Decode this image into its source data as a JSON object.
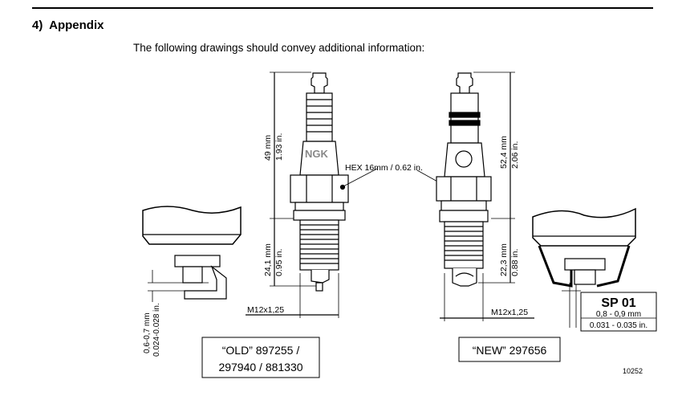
{
  "section": {
    "number": "4)",
    "title": "Appendix"
  },
  "intro_text": "The following drawings should convey additional information:",
  "drawing": {
    "left_plug": {
      "brand": "NGK",
      "length_total": "49 mm",
      "length_total_in": "1.93 in.",
      "thread_length": "24,1 mm",
      "thread_length_in": "0.95 in.",
      "thread": "M12x1,25",
      "gap_mm": "0,6-0,7 mm",
      "gap_in": "0.024-0.028 in.",
      "label_line1": "“OLD” 897255 /",
      "label_line2": "297940 / 881330"
    },
    "hex_label": "HEX 16mm / 0.62 in.",
    "right_plug": {
      "length_total": "52,4 mm",
      "length_total_in": "2.06 in.",
      "thread_length": "22,3 mm",
      "thread_length_in": "0.88 in.",
      "thread": "M12x1,25",
      "label": "“NEW” 297656",
      "spec_title": "SP 01",
      "spec_mm": "0,8 - 0,9 mm",
      "spec_in": "0.031 - 0.035 in."
    },
    "figure_number": "10252"
  }
}
